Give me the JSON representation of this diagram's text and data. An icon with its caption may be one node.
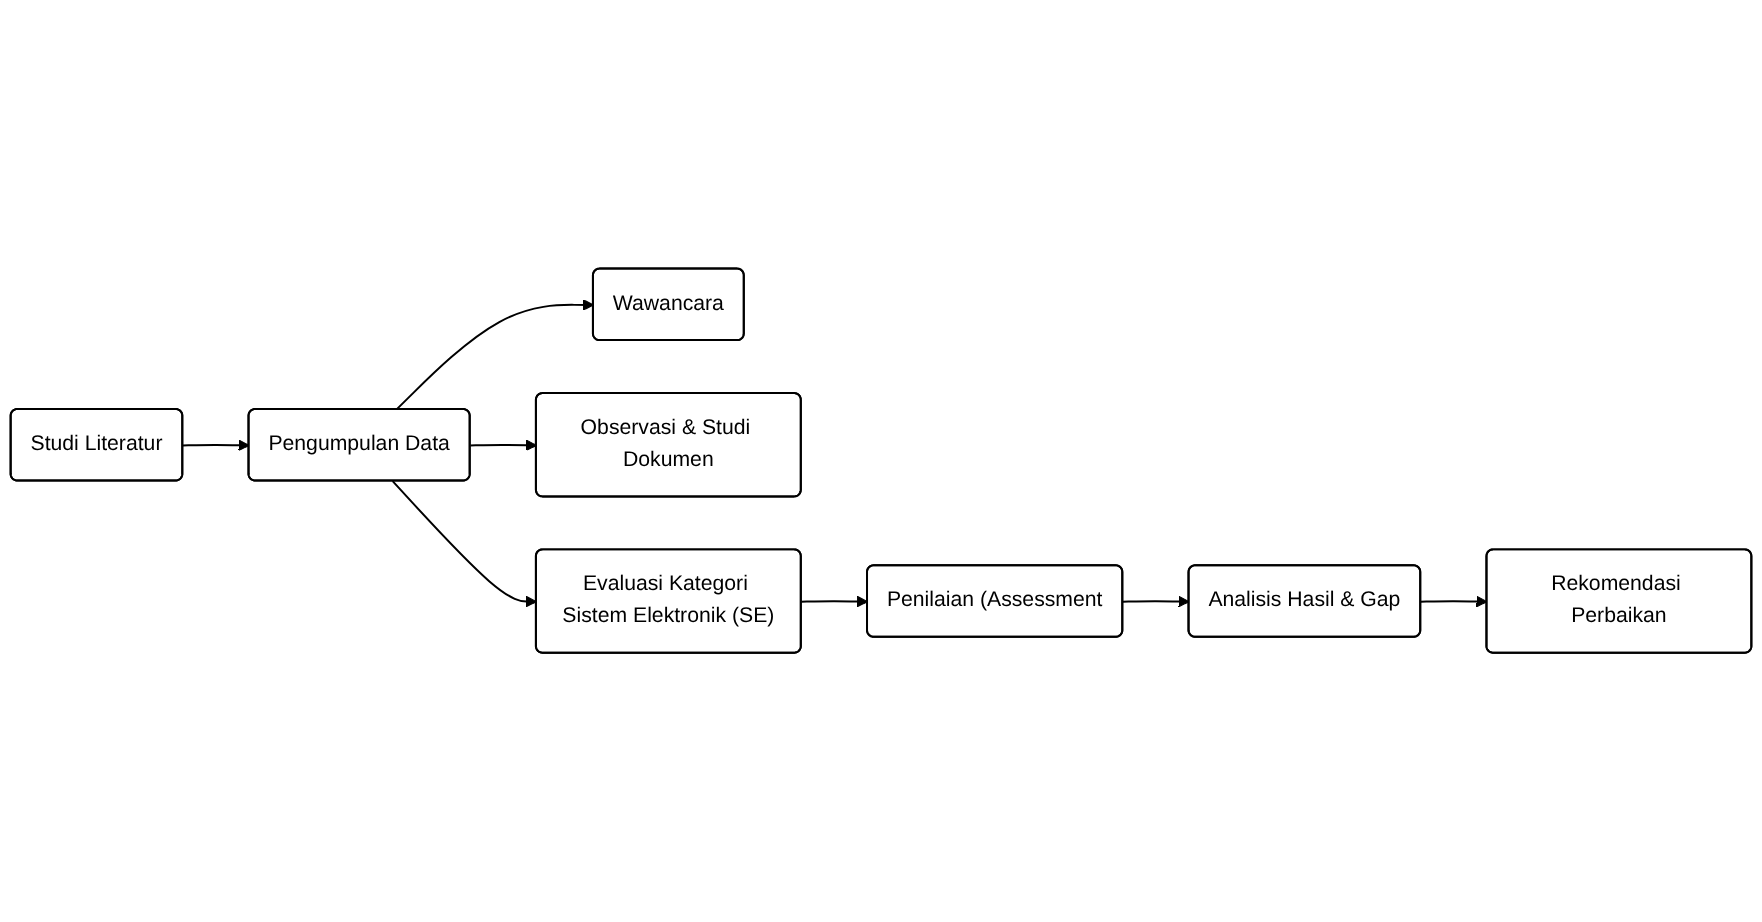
{
  "diagram": {
    "nodes": [
      {
        "text": [
          "Wawancara"
        ]
      },
      {
        "text": [
          "Observasi & Studi Dokumen"
        ]
      },
      {
        "text": [
          "Studi Literatur"
        ]
      },
      {
        "text": [
          "Pengumpulan Data"
        ]
      },
      {
        "text": [
          "Evaluasi Kategori Sistem Elektronik (SE)"
        ]
      },
      {
        "text": [
          "Rekomendasi Perbaikan"
        ]
      },
      {
        "text": [
          "Analisis Hasil & Gap"
        ]
      },
      {
        "text": [
          "Penilaian (Assessment"
        ]
      }
    ],
    "edges": [
      {
        "from": 2,
        "to": 3,
        "arrow": "to"
      },
      {
        "from": 3,
        "to": 0,
        "arrow": "to"
      },
      {
        "from": 3,
        "to": 1,
        "arrow": "to"
      },
      {
        "from": 3,
        "to": 4,
        "arrow": "to"
      },
      {
        "from": 4,
        "to": 7,
        "arrow": "to"
      },
      {
        "from": 7,
        "to": 6,
        "arrow": "to"
      },
      {
        "from": 6,
        "to": 5,
        "arrow": "to"
      }
    ]
  }
}
